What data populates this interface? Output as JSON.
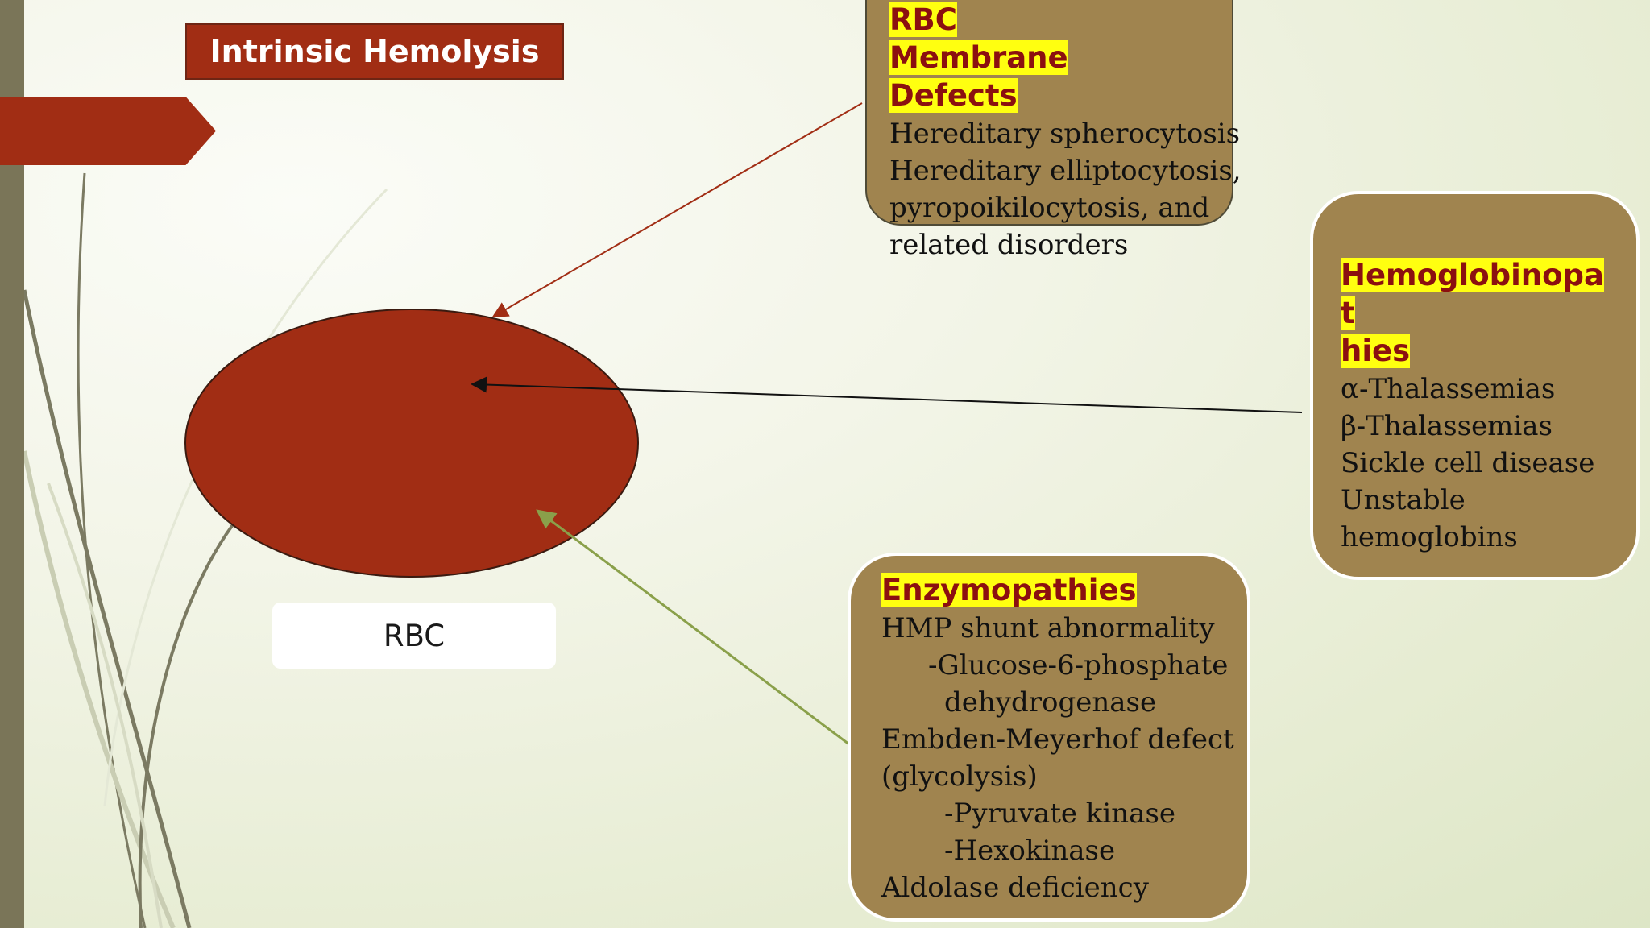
{
  "title": "Intrinsic Hemolysis",
  "rbc_label": "RBC",
  "membrane": {
    "heading_1": "RBC Membrane",
    "heading_2": "Defects",
    "lines": [
      "Hereditary spherocytosis",
      "Hereditary elliptocytosis,",
      "pyropoikilocytosis, and",
      "related disorders"
    ]
  },
  "hemoglobinopathies": {
    "heading_1": "Hemoglobinopat",
    "heading_2": "hies",
    "lines": [
      "α-Thalassemias",
      "β-Thalassemias",
      "Sickle cell disease",
      "Unstable",
      "hemoglobins"
    ]
  },
  "enzymopathies": {
    "heading": "Enzymopathies",
    "lines": [
      "HMP shunt abnormality",
      "-Glucose-6-phosphate",
      "dehydrogenase",
      "Embden-Meyerhof defect",
      "(glycolysis)",
      "-Pyruvate kinase",
      "-Hexokinase",
      "Aldolase deficiency"
    ]
  },
  "colors": {
    "accent_red": "#a12d14",
    "card_brown": "#a0844f",
    "highlight_yellow": "#ffff10",
    "heading_text": "#8b1010",
    "arrow_green": "#8aa04a"
  }
}
